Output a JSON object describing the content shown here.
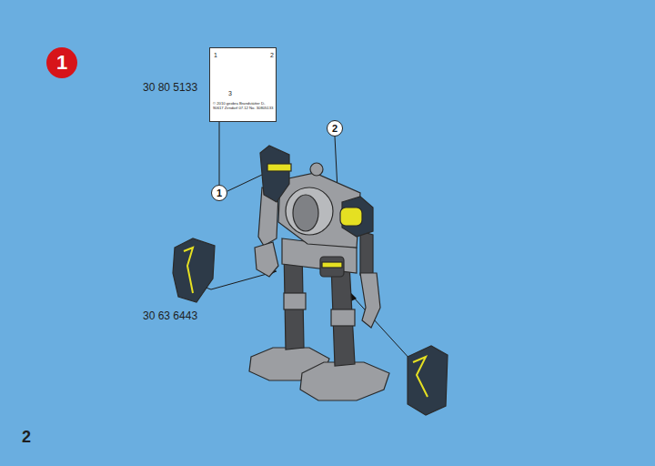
{
  "diagram": {
    "nodes": [
      {
        "text": [
          "1"
        ]
      },
      {
        "text": [
          "1",
          "2",
          "3",
          "© 2010 geobra Brandstätter D-90617 Zirndorf 07.12 No. 30805133"
        ]
      },
      {
        "text": [
          "1"
        ]
      },
      {
        "text": [
          "2"
        ]
      }
    ],
    "edges": [
      {
        "from": 1,
        "to": 2,
        "arrow": "none"
      }
    ],
    "labels": [
      "30 80 5133",
      "30 63 6443",
      "2"
    ]
  }
}
